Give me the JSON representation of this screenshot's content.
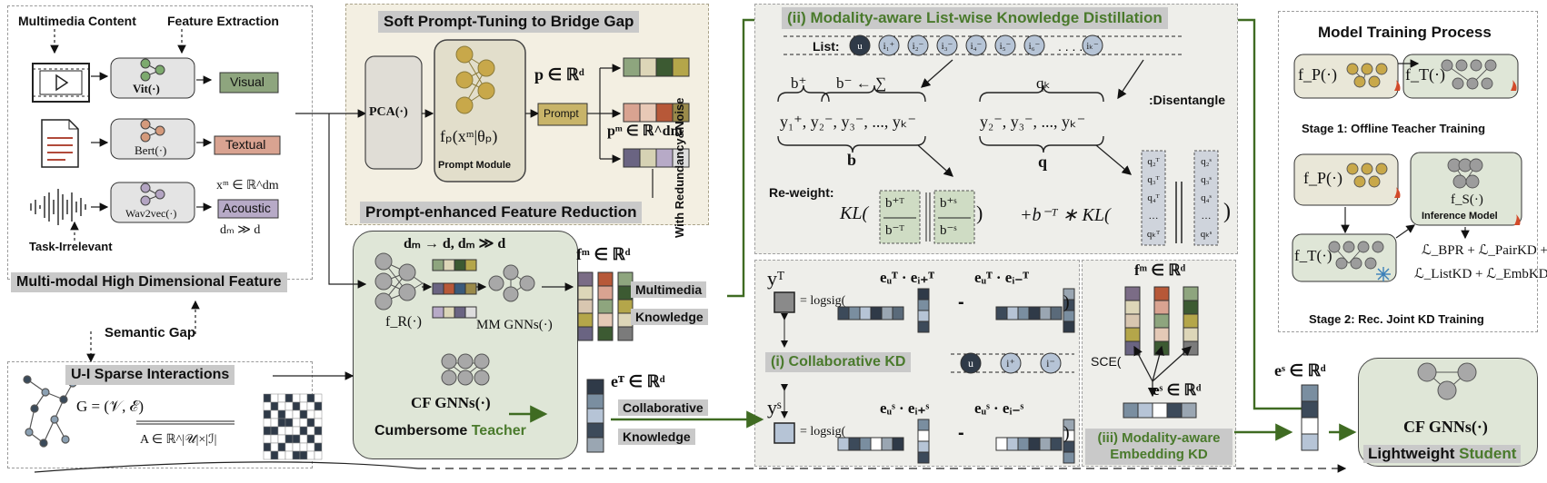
{
  "left": {
    "multimedia_content": "Multimedia Content",
    "feature_extraction": "Feature Extraction",
    "vit": "Vit(·)",
    "bert": "Bert(·)",
    "wav2vec": "Wav2vec(·)",
    "visual": "Visual",
    "textual": "Textual",
    "acoustic": "Acoustic",
    "xm_formula": "xᵐ ∈ ℝ^dm",
    "dm_formula": "dₘ ≫ d",
    "task_irrelevant": "Task-Irrelevant",
    "title": "Multi-modal High Dimensional Feature",
    "semantic_gap": "Semantic Gap",
    "ui_title": "U-I Sparse Interactions",
    "graph_formula": "G = (𝒱, ℰ)",
    "matrix_formula": "A ∈ ℝ^|𝒰|×|ℐ|"
  },
  "prompt": {
    "title": "Soft Prompt-Tuning to Bridge Gap",
    "pca": "PCA(·)",
    "module_formula": "fₚ(xᵐ|θₚ)",
    "module_label": "Prompt Module",
    "p_formula": "p ∈ ℝᵈ",
    "prompt_box": "Prompt",
    "pm_formula": "pᵐ ∈ ℝ^dm",
    "reduction_title": "Prompt-enhanced Feature Reduction"
  },
  "teacher": {
    "reduce_formula": "dₘ → d, dₘ ≫ d",
    "fr": "f_R(·)",
    "mm_gnns": "MM GNNs(·)",
    "fm_formula": "fᵐ ∈ ℝᵈ",
    "multimedia": "Multimedia",
    "knowledge": "Knowledge",
    "cf_gnns": "CF GNNs(·)",
    "teacher_label_1": "Cumbersome",
    "teacher_label_2": "Teacher",
    "eT_formula": "eᵀ ∈ ℝᵈ",
    "collaborative": "Collaborative",
    "knowledge2": "Knowledge"
  },
  "listwise": {
    "title": "(ii) Modality-aware List-wise Knowledge Distillation",
    "list_label": "List:",
    "list_items": [
      "u",
      "i₁⁺",
      "i₂⁻",
      "i₃⁻",
      "i₄⁻",
      "i₅⁻",
      "i₆⁻",
      ". . . .",
      "iₖ⁻"
    ],
    "b_plus": "b⁺",
    "b_minus": "b⁻ ← ∑",
    "b_seq": "y₁⁺, y₂⁻, y₃⁻, ..., yₖ⁻",
    "b_label": "b",
    "qk": "qₖ",
    "q_seq": "y₂⁻, y₃⁻, ..., yₖ⁻",
    "q_label": "q",
    "disentangle": ":Disentangle",
    "reweight": "Re-weight:",
    "kl1": "KL(",
    "kl_close": ")",
    "plus_term": "+b⁻ᵀ ∗ KL(",
    "bT_plus": "b⁺ᵀ",
    "bT_minus": "b⁻ᵀ",
    "bS_plus": "b⁺ˢ",
    "bS_minus": "b⁻ˢ",
    "qT": [
      "q₂ᵀ",
      "q₃ᵀ",
      "q₄ᵀ",
      "…",
      "qₖᵀ"
    ],
    "qS": [
      "q₂ˢ",
      "q₃ˢ",
      "q₄ˢ",
      "…",
      "qₖˢ"
    ],
    "side_label": "With Redundancy&Noise"
  },
  "collab": {
    "yT": "yᵀ",
    "yS": "yˢ",
    "logsig": "= logsig(",
    "eT_pos": "eᵤᵀ · eᵢ₊ᵀ",
    "eT_neg": "eᵤᵀ · eᵢ₋ᵀ",
    "eS_pos": "eᵤˢ · eᵢ₊ˢ",
    "eS_neg": "eᵤˢ · eᵢ₋ˢ",
    "title": "(i) Collaborative KD",
    "chips": [
      "u",
      "i⁺",
      "i⁻"
    ]
  },
  "emb": {
    "fm_formula": "fᵐ ∈ ℝᵈ",
    "sce": "SCE(",
    "eS_formula": "eˢ ∈ ℝᵈ",
    "title_1": "(iii) Modality-aware",
    "title_2": "Embedding KD"
  },
  "training": {
    "title": "Model Training  Process",
    "fP": "f_P(·)",
    "fT": "f_T(·)",
    "stage1": "Stage 1: Offline Teacher Training",
    "fP2": "f_P(·)",
    "fS": "f_S(·)",
    "inference": "Inference Model",
    "fT2": "f_T(·)",
    "loss1": "ℒ_BPR + ℒ_PairKD +",
    "loss2": "ℒ_ListKD + ℒ_EmbKD",
    "stage2": "Stage 2: Rec. Joint KD Training"
  },
  "student": {
    "eS_formula": "eˢ ∈ ℝᵈ",
    "cf_gnns": "CF GNNs(·)",
    "label_1": "Lightweight",
    "label_2": "Student"
  },
  "colors": {
    "green_arrow": "#3f6b22",
    "green_text": "#4a7a2c",
    "node_gold": "#c8a84a",
    "node_gray": "#9c9c9c",
    "node_purple": "#b3a4c2",
    "node_salmon": "#d49a7c",
    "panel_beige": "#f3efe2",
    "panel_green": "#dfe6d7",
    "panel_gray": "#eeeeea"
  }
}
